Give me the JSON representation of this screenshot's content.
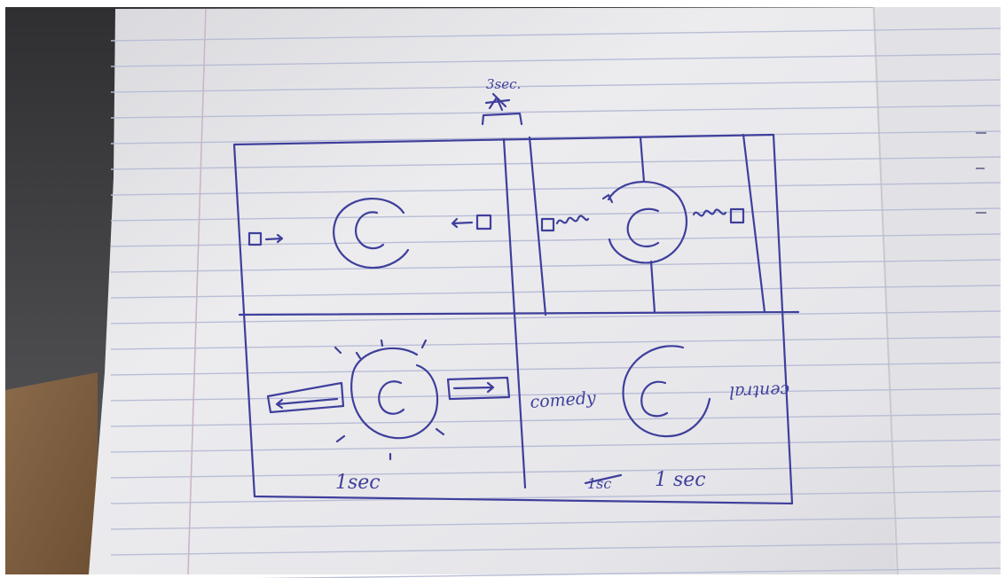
{
  "photo": {
    "subject": "hand-drawn sketch on lined notebook paper",
    "colors": {
      "ink": "#3f3f9c",
      "paper": "#e9e9ec",
      "paper_shadow": "#cfcfd4",
      "rule_line": "#b9bdd6",
      "margin_line": "#c9b6c9",
      "desk_dark": "#3b3b3e",
      "desk_wood": "#7a5a3e",
      "frame": "#ffffff"
    }
  },
  "labels": {
    "top_duration": "3sec.",
    "bottom_left_duration": "1sec",
    "bottom_right_scribble": "1sc",
    "bottom_right_duration": "1 sec",
    "left_word": "comedy",
    "right_word": "central"
  }
}
